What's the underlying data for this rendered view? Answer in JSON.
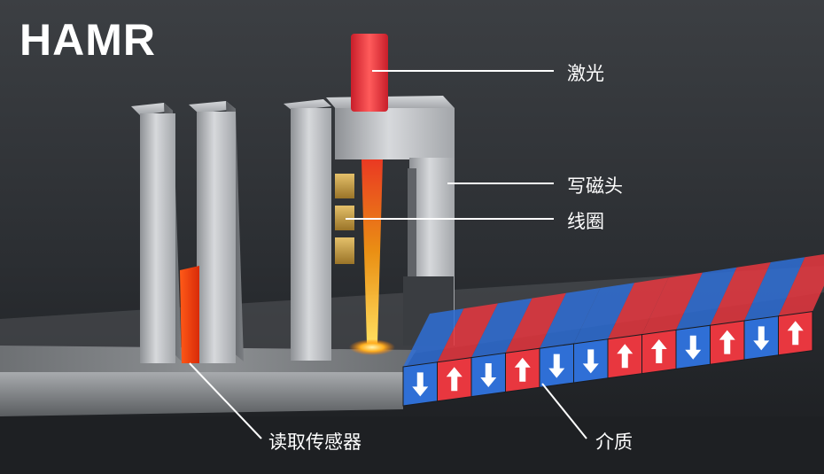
{
  "title": "HAMR",
  "labels": {
    "laser": "激光",
    "write_head": "写磁头",
    "coil": "线圈",
    "read_sensor": "读取传感器",
    "medium": "介质"
  },
  "colors": {
    "background": "#2e3135",
    "laser": "#ff3b3b",
    "beam": "#ffb000",
    "red_bit": "#e8373f",
    "blue_bit": "#2f6fd6",
    "metal": "#b9bcc0",
    "sensor": "#ff4a10",
    "coil": "#c8a040",
    "label_text": "#ffffff"
  },
  "medium_bits": [
    "down",
    "up",
    "down",
    "up",
    "down",
    "down",
    "up",
    "up",
    "down",
    "up",
    "down",
    "up"
  ]
}
